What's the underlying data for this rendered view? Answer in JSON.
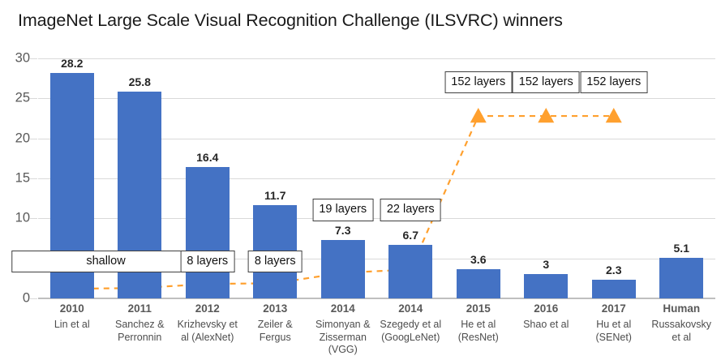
{
  "chart_data": {
    "type": "bar",
    "title": "ImageNet Large Scale Visual Recognition Challenge (ILSVRC) winners",
    "xlabel": "",
    "ylabel": "",
    "ylim": [
      0,
      30
    ],
    "yticks": [
      0,
      5,
      10,
      15,
      20,
      25,
      30
    ],
    "grid": true,
    "legend": "none",
    "categories": [
      "2010",
      "2011",
      "2012",
      "2013",
      "2014",
      "2014",
      "2015",
      "2016",
      "2017",
      "Human"
    ],
    "category_sublabels": [
      "Lin et al",
      "Sanchez & Perronnin",
      "Krizhevsky et al (AlexNet)",
      "Zeiler & Fergus",
      "Simonyan & Zisserman (VGG)",
      "Szegedy et al (GoogLeNet)",
      "He et al (ResNet)",
      "Shao et al",
      "Hu et al (SENet)",
      "Russakovsky et al"
    ],
    "series": [
      {
        "name": "error-rate-bars",
        "kind": "bar",
        "color": "#4472C4",
        "values": [
          28.2,
          25.8,
          16.4,
          11.7,
          7.3,
          6.7,
          3.6,
          3,
          2.3,
          5.1
        ],
        "value_labels": [
          "28.2",
          "25.8",
          "16.4",
          "11.7",
          "7.3",
          "6.7",
          "3.6",
          "3",
          "2.3",
          "5.1"
        ]
      },
      {
        "name": "network-depth-line",
        "kind": "line",
        "color": "#FFA02E",
        "linestyle": "dashed",
        "marker": "triangle",
        "values": [
          1.2,
          1.3,
          1.8,
          1.9,
          3.2,
          3.6,
          22.8,
          22.8,
          22.8,
          null
        ]
      }
    ],
    "annotations": [
      {
        "text": "shallow",
        "category_index": 0,
        "span_to_index": 1,
        "value": 4.8
      },
      {
        "text": "8 layers",
        "category_index": 2,
        "value": 4.8
      },
      {
        "text": "8 layers",
        "category_index": 3,
        "value": 4.8
      },
      {
        "text": "19 layers",
        "category_index": 4,
        "value": 11.2
      },
      {
        "text": "22 layers",
        "category_index": 5,
        "value": 11.2
      },
      {
        "text": "152 layers",
        "category_index": 6,
        "value": 27.2
      },
      {
        "text": "152 layers",
        "category_index": 7,
        "value": 27.2
      },
      {
        "text": "152 layers",
        "category_index": 8,
        "value": 27.2
      }
    ]
  }
}
